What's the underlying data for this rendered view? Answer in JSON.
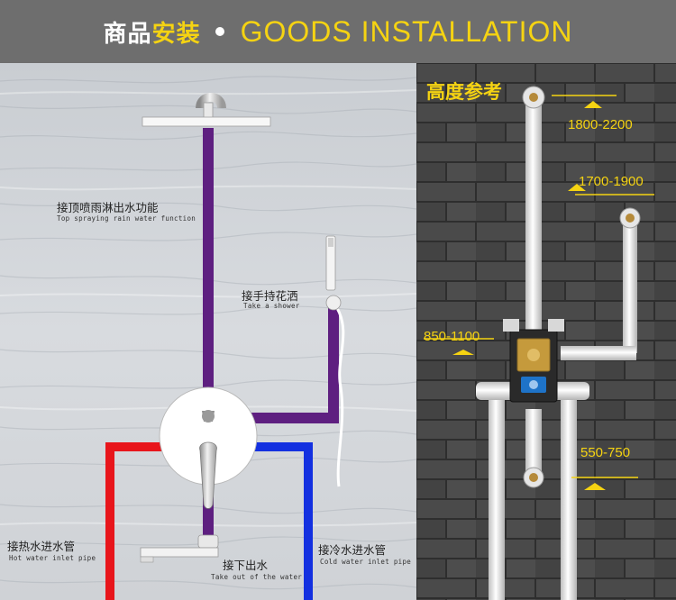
{
  "banner": {
    "title_cn_white": "商品",
    "title_cn_yellow": "安装",
    "title_en": "GOODS INSTALLATION"
  },
  "left": {
    "top_spray_cn": "接顶喷雨淋出水功能",
    "top_spray_en": "Top spraying rain water function",
    "hand_shower_cn": "接手持花洒",
    "hand_shower_en": "Take a shower",
    "hot_inlet_cn": "接热水进水管",
    "hot_inlet_en": "Hot water inlet pipe",
    "bottom_outlet_cn": "接下出水",
    "bottom_outlet_en": "Take out of the water",
    "cold_inlet_cn": "接冷水进水管",
    "cold_inlet_en": "Cold water inlet pipe"
  },
  "right": {
    "ref_title": "高度参考",
    "h1": "1800-2200",
    "h2": "1700-1900",
    "h3": "850-1100",
    "h4": "550-750"
  },
  "colors": {
    "accent_yellow": "#f5d312",
    "pipe_purple": "#5e1f80",
    "pipe_red": "#e8151b",
    "pipe_blue": "#1330e0",
    "brick_dark": "#3b3b3b"
  },
  "icons": [
    "shower-head-icon",
    "handheld-shower-icon",
    "mixer-valve-icon",
    "bath-spout-icon",
    "valve-box-icon",
    "arrow-icon"
  ]
}
